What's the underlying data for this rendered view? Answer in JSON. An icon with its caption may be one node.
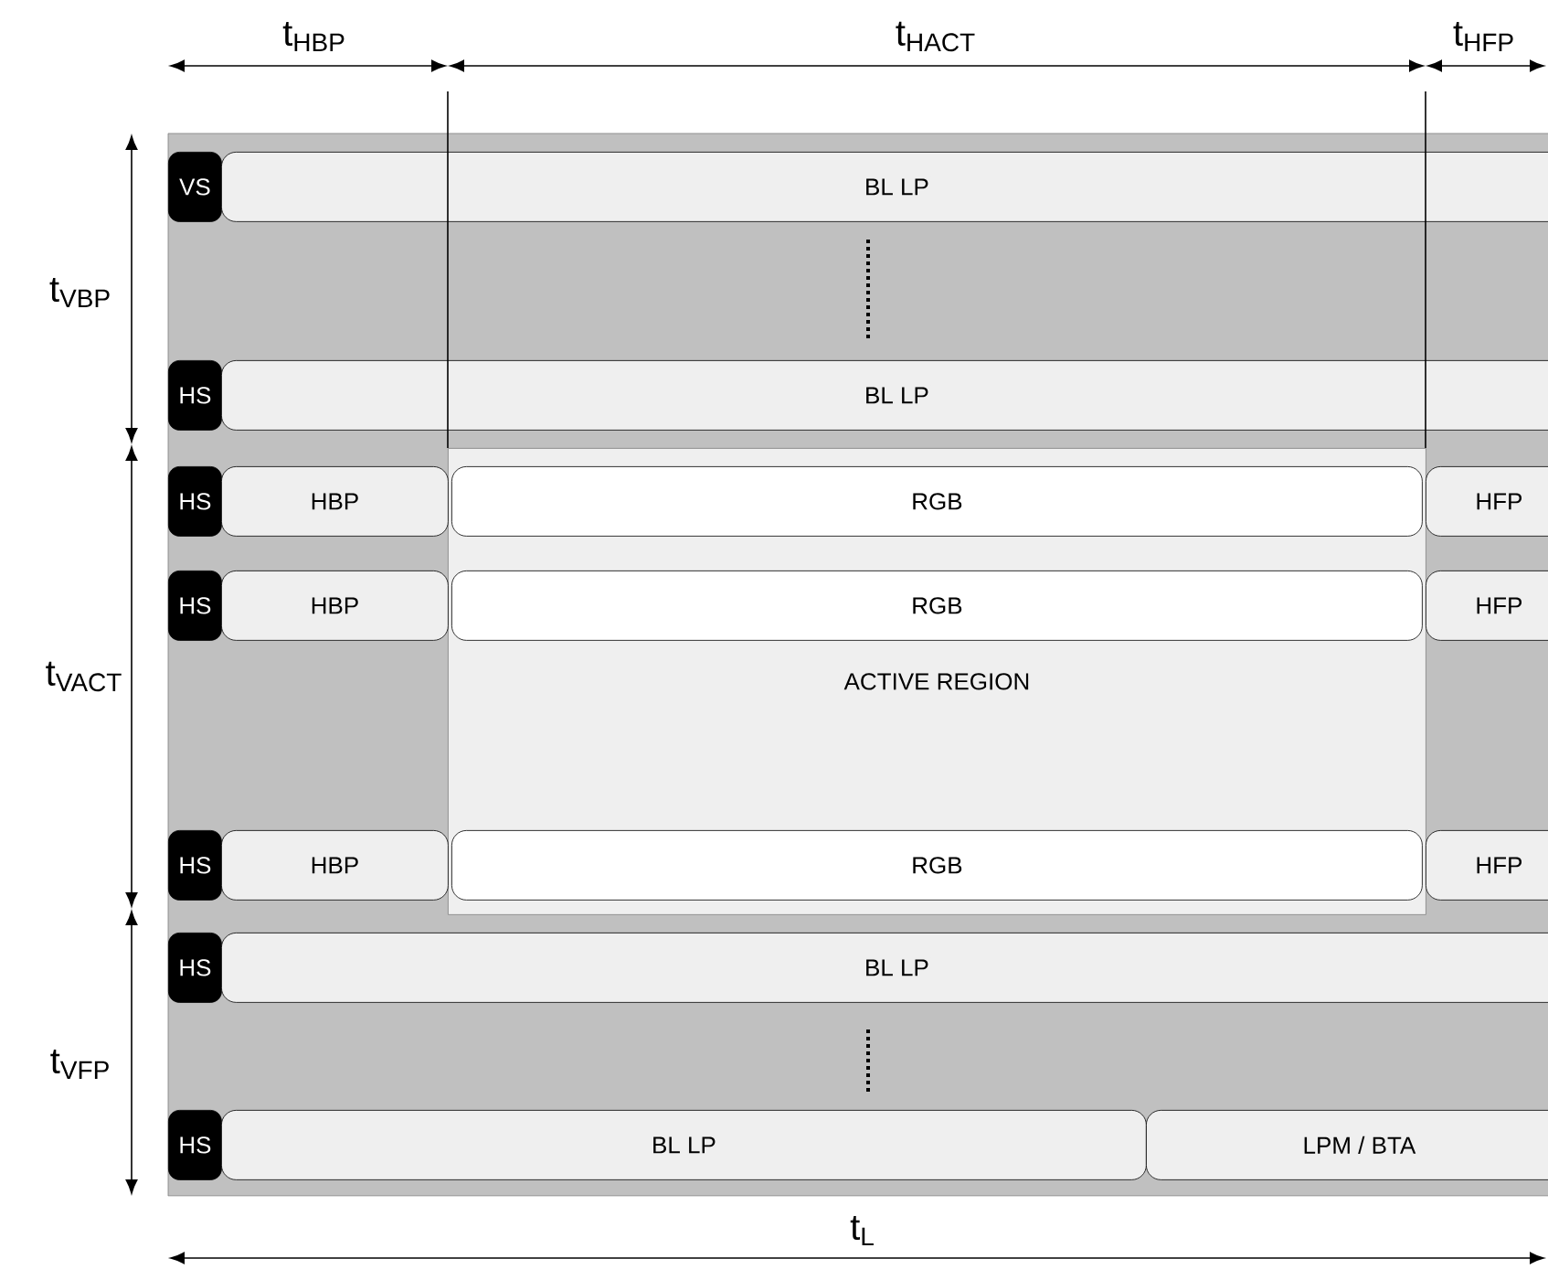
{
  "diagram": {
    "nodes": [
      {
        "text": [
          "VS"
        ]
      },
      {
        "text": [
          "BL LP"
        ]
      },
      {
        "text": [
          "HS"
        ]
      },
      {
        "text": [
          "BL LP"
        ]
      },
      {
        "text": [
          "ACTIVE REGION"
        ]
      },
      {
        "text": [
          "HS"
        ]
      },
      {
        "text": [
          "HBP"
        ]
      },
      {
        "text": [
          "RGB"
        ],
        "in": 4
      },
      {
        "text": [
          "HFP"
        ]
      },
      {
        "text": [
          "HS"
        ]
      },
      {
        "text": [
          "HBP"
        ]
      },
      {
        "text": [
          "RGB"
        ],
        "in": 4
      },
      {
        "text": [
          "HFP"
        ]
      },
      {
        "text": [
          "HS"
        ]
      },
      {
        "text": [
          "HBP"
        ]
      },
      {
        "text": [
          "RGB"
        ],
        "in": 4
      },
      {
        "text": [
          "HFP"
        ]
      },
      {
        "text": [
          "HS"
        ]
      },
      {
        "text": [
          "BL LP"
        ]
      },
      {
        "text": [
          "HS"
        ]
      },
      {
        "text": [
          "BL LP"
        ]
      },
      {
        "text": [
          "LPM / BTA"
        ]
      }
    ],
    "labels": [
      "t$_{HBP}$",
      "t$_{HACT}$",
      "t$_{HFP}$",
      "t$_{VBP}$",
      "t$_{VACT}$",
      "t$_{VFP}$",
      "t$_{L}$"
    ]
  }
}
